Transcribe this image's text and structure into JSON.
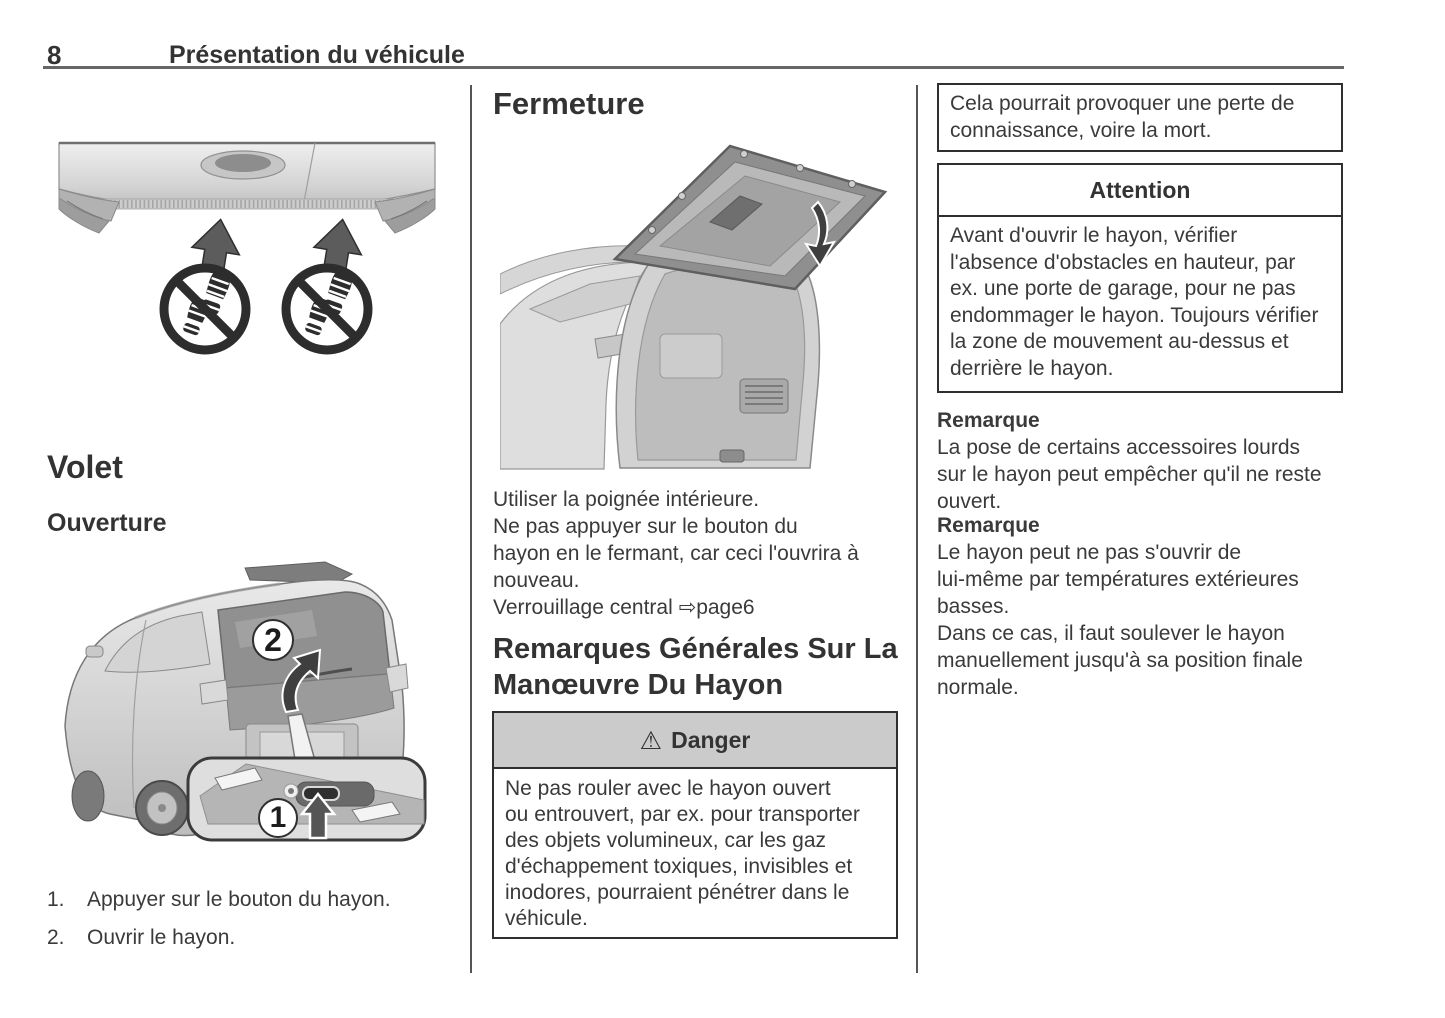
{
  "page": {
    "number": "8",
    "chapter_title": "Présentation du véhicule"
  },
  "left_column": {
    "heading_volet": "Volet",
    "heading_ouverture": "Ouverture",
    "callouts": {
      "button_step": "1",
      "open_step": "2"
    },
    "steps": [
      {
        "num": "1.",
        "text": "Appuyer sur le bouton du hayon."
      },
      {
        "num": "2.",
        "text": "Ouvrir le hayon."
      }
    ]
  },
  "middle_column": {
    "heading_fermeture": "Fermeture",
    "paragraph": "Utiliser la poignée intérieure.\nNe pas appuyer sur le bouton du\nhayon en le fermant, car ceci l'ouvrira à\nnouveau.",
    "cross_reference": "Verrouillage central ⇨page6",
    "heading_remarques": "Remarques Générales Sur La\nManœuvre Du Hayon",
    "danger_box": {
      "icon": "⚠",
      "title": "Danger",
      "body": "Ne pas rouler avec le hayon ouvert\nou entrouvert, par ex. pour transporter\ndes objets volumineux, car les gaz\nd'échappement toxiques, invisibles et\ninodores, pourraient pénétrer dans le\nvéhicule."
    }
  },
  "right_column": {
    "warning_continuation": "Cela pourrait provoquer une perte de\nconnaissance, voire la mort.",
    "attention_box": {
      "title": "Attention",
      "body": "Avant d'ouvrir le hayon, vérifier\nl'absence d'obstacles en hauteur, par\nex. une porte de garage, pour ne pas\nendommager le hayon. Toujours vérifier\nla zone de mouvement au-dessus et\nderrière le hayon."
    },
    "remarks": [
      {
        "label": "Remarque",
        "text": "La pose de certains accessoires lourds\nsur le hayon peut empêcher qu'il ne reste\nouvert."
      },
      {
        "label": "Remarque",
        "text": "Le hayon peut ne pas s'ouvrir de\nlui-même par températures extérieures\nbasses.\nDans ce cas, il faut soulever le hayon\nmanuellement jusqu'à sa position finale\nnormale."
      }
    ]
  },
  "colors": {
    "text": "#3a3a3a",
    "border": "#2f2f2f",
    "danger_header_bg": "#cbcbcb",
    "rule": "#666666"
  }
}
